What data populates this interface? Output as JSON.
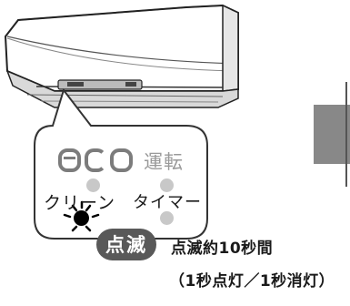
{
  "indicators": {
    "eco": {
      "label": "eco",
      "lamp_on": false
    },
    "operation": {
      "label": "運転",
      "lamp_on": false
    },
    "clean": {
      "label": "クリーン",
      "lamp_on": true
    },
    "timer": {
      "label": "タイマー",
      "lamp_on": false
    }
  },
  "blink_badge": {
    "label": "点滅"
  },
  "blink_note": {
    "line1": "点滅約10秒間",
    "line2": "（1秒点灯／1秒消灯）"
  },
  "colors": {
    "lamp_off": "#c8c8c8",
    "lamp_on": "#000000",
    "badge_bg": "#595959",
    "side_tab": "#888888"
  }
}
